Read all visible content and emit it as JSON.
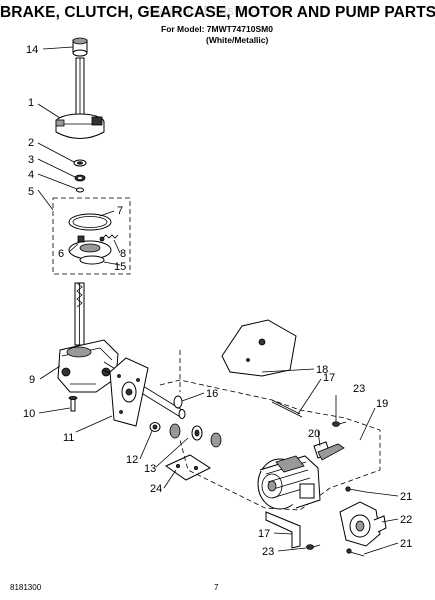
{
  "header": {
    "title": "BRAKE, CLUTCH, GEARCASE, MOTOR AND PUMP PARTS",
    "watermark": "AppliancePartsPros.com",
    "model_line": "For Model: 7MWT74710SM0",
    "finish_line": "(White/Metallic)"
  },
  "callouts": [
    "14",
    "1",
    "2",
    "3",
    "4",
    "5",
    "7",
    "6",
    "8",
    "15",
    "9",
    "10",
    "11",
    "16",
    "18",
    "17",
    "23",
    "19",
    "20",
    "12",
    "13",
    "24",
    "21",
    "22",
    "17",
    "23",
    "21"
  ],
  "footer": {
    "doc_number": "8181300",
    "page_number": "7"
  }
}
